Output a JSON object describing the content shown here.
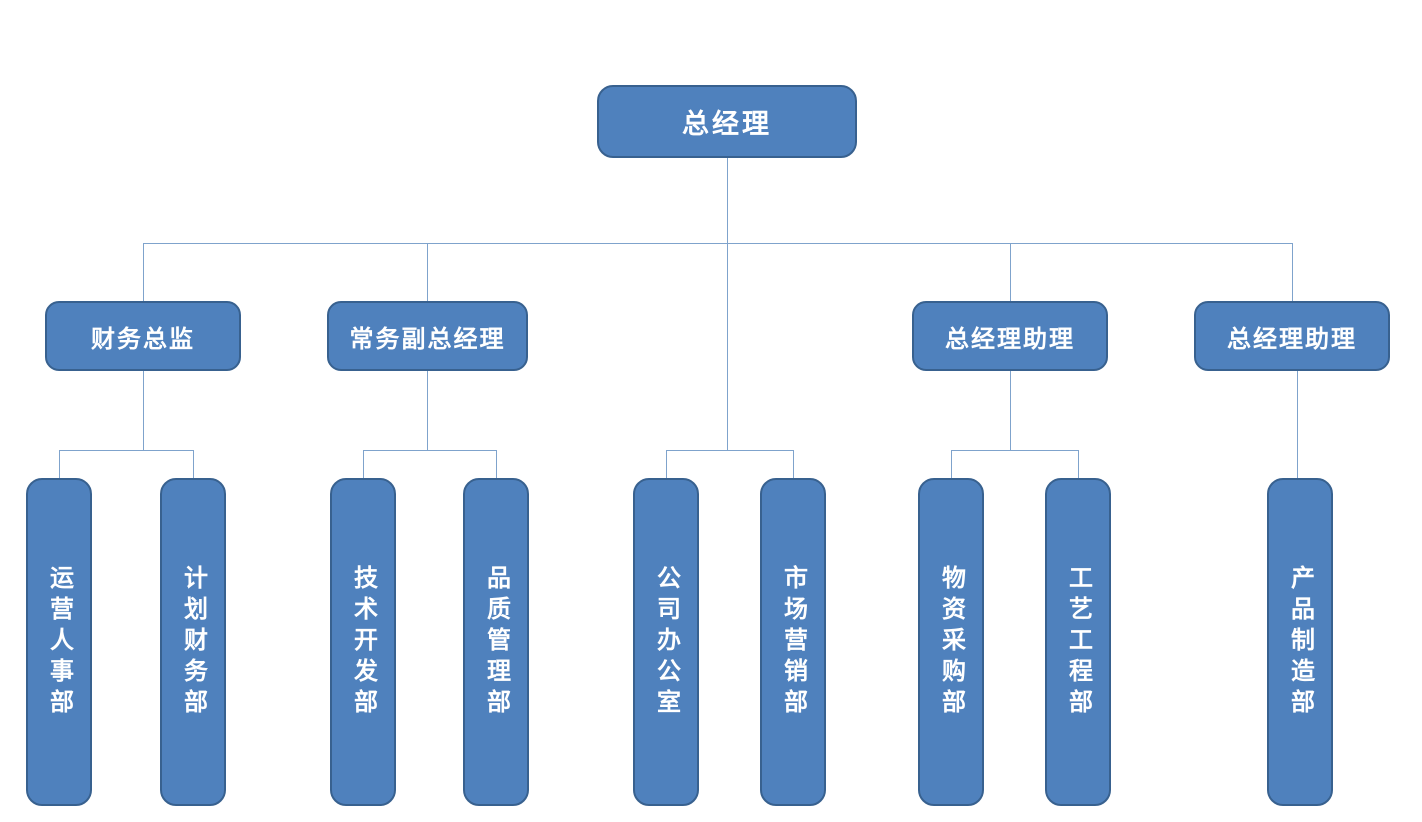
{
  "org": {
    "root": {
      "label": "总经理"
    },
    "managers": [
      {
        "label": "财务总监"
      },
      {
        "label": "常务副总经理"
      },
      {
        "label": "总经理助理"
      },
      {
        "label": "总经理助理"
      }
    ],
    "departments": [
      {
        "label": "运营人事部"
      },
      {
        "label": "计划财务部"
      },
      {
        "label": "技术开发部"
      },
      {
        "label": "品质管理部"
      },
      {
        "label": "公司办公室"
      },
      {
        "label": "市场营销部"
      },
      {
        "label": "物资采购部"
      },
      {
        "label": "工艺工程部"
      },
      {
        "label": "产品制造部"
      }
    ]
  },
  "colors": {
    "node_fill": "#4f81bd",
    "node_border": "#38618f",
    "node_text": "#ffffff",
    "connector": "#7fa3cc",
    "background": "#ffffff"
  }
}
